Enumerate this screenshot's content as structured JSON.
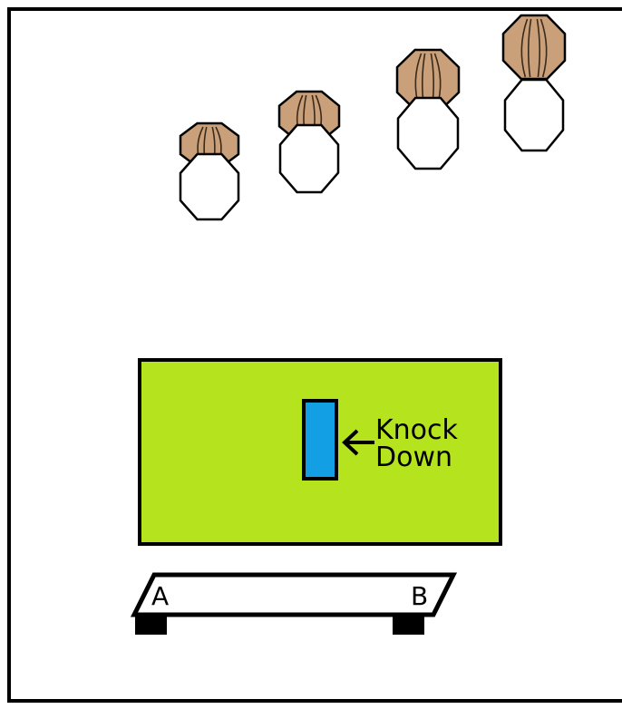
{
  "diagram": {
    "arrow_label_line1": "Knock",
    "arrow_label_line2": "Down",
    "platform_left_label": "A",
    "platform_right_label": "B",
    "colors": {
      "field": "#b5e31d",
      "block": "#139fe3",
      "hair": "#c9a07a",
      "outline": "#000000"
    }
  }
}
